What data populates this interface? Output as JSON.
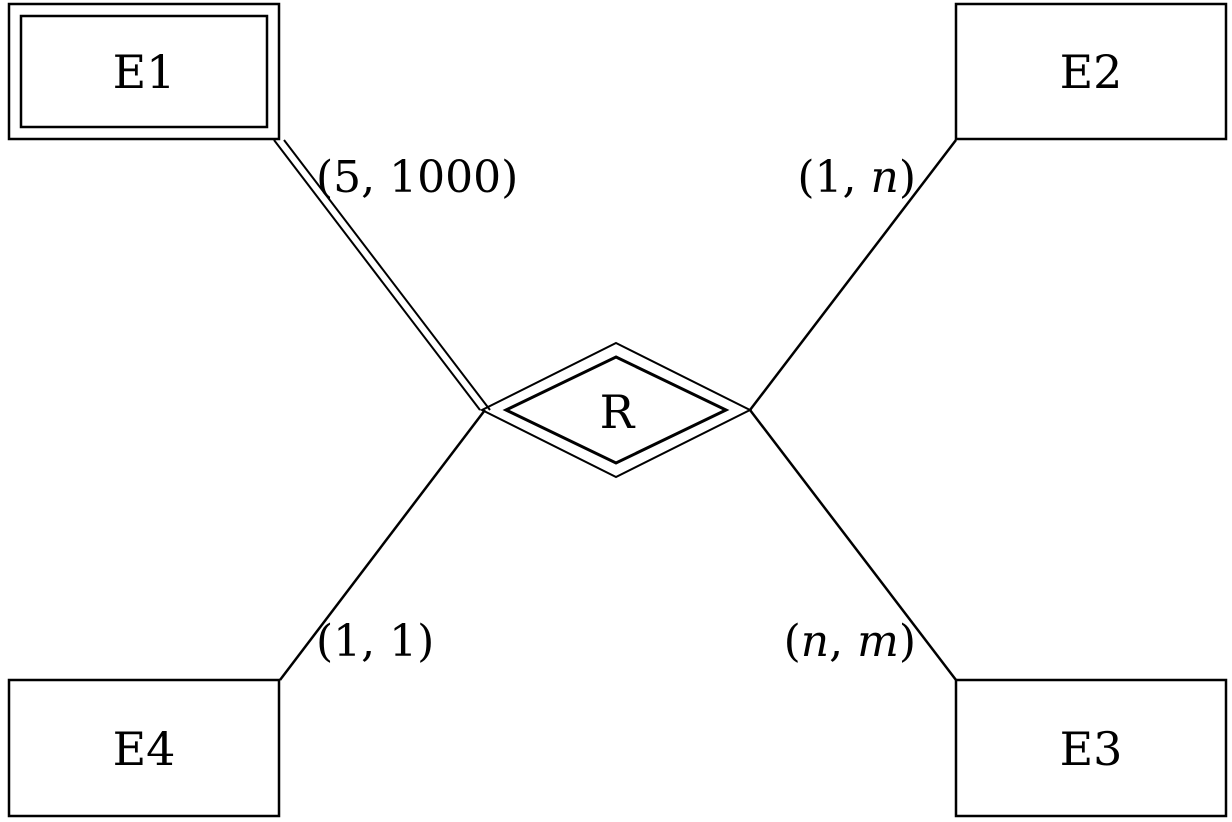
{
  "relationship": {
    "name": "R"
  },
  "entities": [
    {
      "name": "E1"
    },
    {
      "name": "E2"
    },
    {
      "name": "E3"
    },
    {
      "name": "E4"
    }
  ],
  "cardinalities": {
    "e1": {
      "open": "(",
      "a": "5",
      "sep": ", ",
      "b": "1000",
      "close": ")"
    },
    "e2": {
      "open": "(",
      "a": "1",
      "sep": ", ",
      "b": "n",
      "close": ")"
    },
    "e3": {
      "open": "(",
      "a": "n",
      "sep": ", ",
      "b": "m",
      "close": ")"
    },
    "e4": {
      "open": "(",
      "a": "1",
      "sep": ", ",
      "b": "1",
      "close": ")"
    }
  }
}
